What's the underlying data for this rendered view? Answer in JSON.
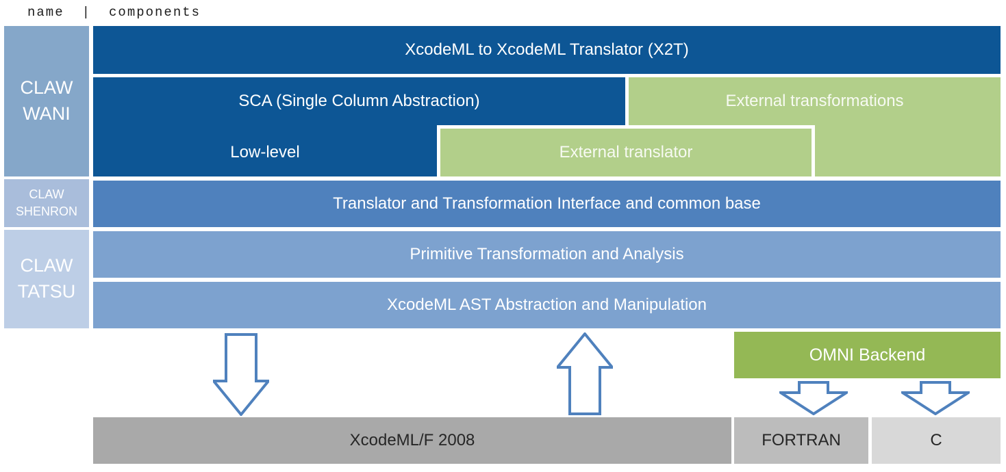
{
  "header": {
    "name_label": "name",
    "separator": "|",
    "components_label": "components"
  },
  "left_column": {
    "wani": {
      "line1": "CLAW",
      "line2": "WANI"
    },
    "shenron": {
      "line1": "CLAW",
      "line2": "SHENRON"
    },
    "tatsu": {
      "line1": "CLAW",
      "line2": "TATSU"
    }
  },
  "layers": {
    "x2t": "XcodeML to XcodeML Translator (X2T)",
    "sca": "SCA (Single Column Abstraction)",
    "external_transformations": "External transformations",
    "low_level": "Low-level",
    "external_translator": "External translator",
    "interface": "Translator and Transformation Interface and common base",
    "primitive": "Primitive Transformation and Analysis",
    "ast": "XcodeML AST Abstraction and Manipulation",
    "omni_backend": "OMNI Backend"
  },
  "outputs": {
    "xcodeml_f": "XcodeML/F 2008",
    "fortran": "FORTRAN",
    "c": "C"
  },
  "icons": {
    "big_down_arrow": "down-arrow",
    "big_up_arrow": "up-arrow",
    "small_down_arrow_fortran": "down-arrow",
    "small_down_arrow_c": "down-arrow"
  },
  "colors": {
    "dark_blue": "#0d5695",
    "medium_blue": "#4f81bd",
    "light_blue": "#7da2cf",
    "wani_blue": "#85a7c9",
    "shenron_blue": "#a9bddb",
    "tatsu_blue": "#bdcee6",
    "light_green": "#b2cf8a",
    "omni_green": "#94b855",
    "arrow_stroke": "#4f81bd",
    "gray_xcodeml": "#a9a9a9",
    "gray_fortran": "#bcbcbc",
    "gray_c": "#d8d8d8"
  }
}
